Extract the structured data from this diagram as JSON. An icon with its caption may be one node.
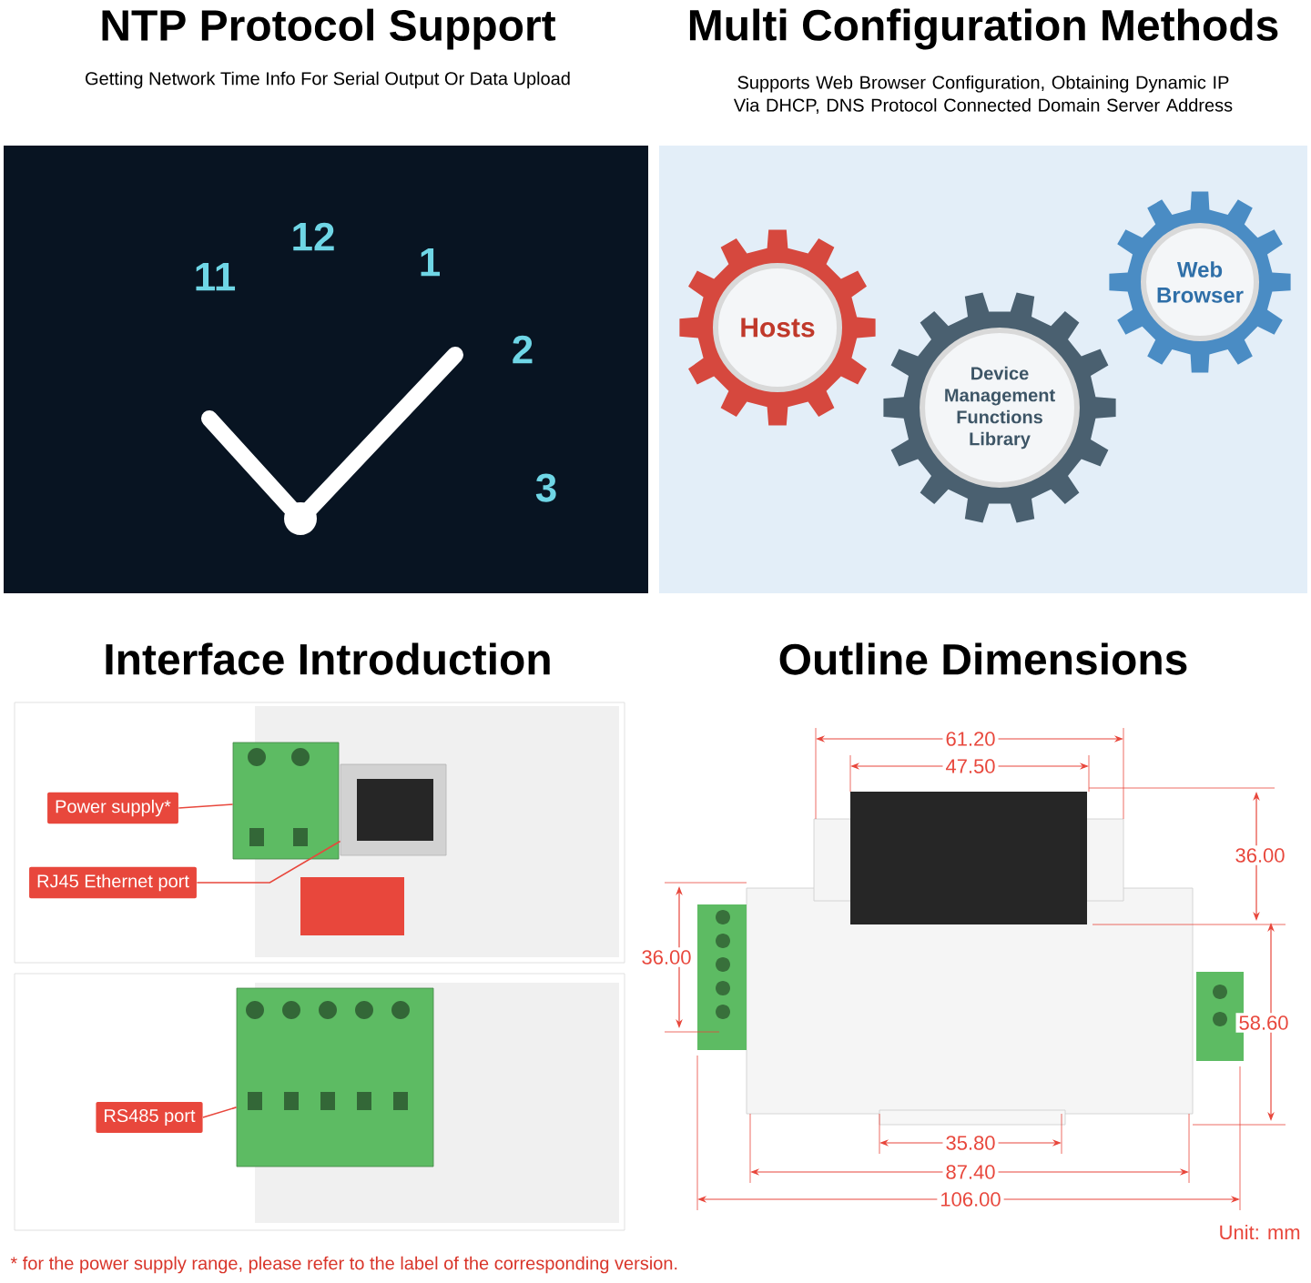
{
  "diagram": {
    "nodes": [
      {
        "text": [
          "Hosts"
        ]
      },
      {
        "text": [
          "Device Management Functions Library"
        ]
      },
      {
        "text": [
          "Web Browser"
        ]
      },
      {
        "text": [
          "Power supply*"
        ]
      },
      {
        "text": [
          "RJ45 Ethernet port"
        ]
      },
      {
        "text": [
          "RS485 port"
        ]
      },
      {
        "text": [],
        "shape": "picture"
      },
      {
        "text": [],
        "shape": "picture"
      },
      {
        "text": [],
        "shape": "picture"
      }
    ],
    "edges": [
      {
        "from": 3,
        "to": 6,
        "arrow": "none"
      },
      {
        "from": 4,
        "to": 7,
        "arrow": "none"
      },
      {
        "from": 5,
        "to": 8,
        "arrow": "none"
      }
    ],
    "labels": [
      "NTP Protocol Support",
      "Getting Network Time Info For Serial Output Or Data Upload",
      "Multi Configuration Methods",
      "Supports Web Browser Configuration, Obtaining Dynamic IP Via DHCP, DNS Protocol Connected Domain Server Address",
      "12",
      "1",
      "2",
      "3",
      "11",
      "Interface Introduction",
      "Outline Dimensions",
      "61.20",
      "47.50",
      "36.00",
      "36.00",
      "58.60",
      "35.80",
      "87.40",
      "106.00",
      "Unit: mm",
      "* for the power supply range, please refer to the label of the corresponding version."
    ]
  }
}
